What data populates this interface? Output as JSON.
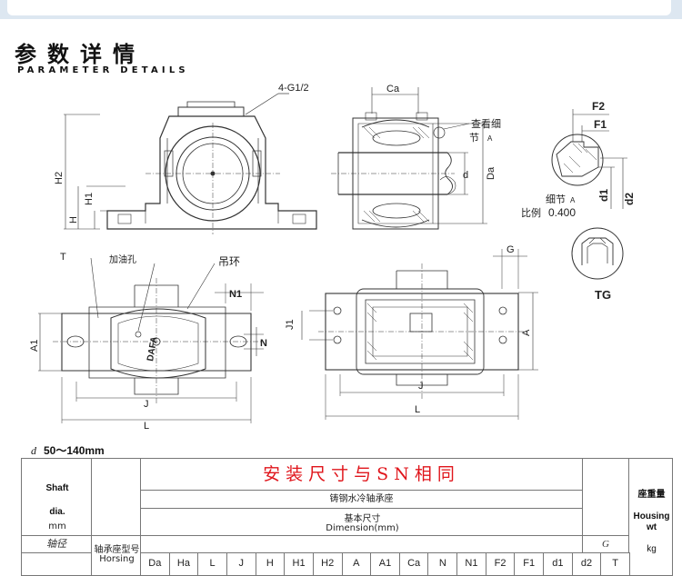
{
  "header": {
    "title": "参数详情",
    "subtitle": "PARAMETER DETAILS"
  },
  "drawing": {
    "front": {
      "tapped_holes": "4-G1/2",
      "dims": {
        "height_total": "H2",
        "height": "H",
        "height_base": "H1"
      }
    },
    "section": {
      "dims": {
        "ca": "Ca",
        "bore": "d",
        "outer": "Da"
      },
      "callout_view": "查看细",
      "callout_part": "节",
      "callout_ref": "A"
    },
    "detail_a": {
      "dims": {
        "f2": "F2",
        "f1": "F1",
        "d1": "d1",
        "d2": "d2"
      },
      "caption": "细节",
      "caption_ref": "A",
      "scale_label": "比例",
      "scale_value": "0.400"
    },
    "seal": {
      "label": "TG"
    },
    "top_left": {
      "label_t": "T",
      "oil_hole": "加油孔",
      "lifting_ring": "吊环",
      "brand": "DAFA",
      "dims": {
        "n1": "N1",
        "n": "N",
        "a1": "A1",
        "j": "J",
        "l": "L"
      }
    },
    "top_right": {
      "dims": {
        "g": "G",
        "j1": "J1",
        "a": "A",
        "j": "J",
        "l": "L"
      }
    }
  },
  "range": {
    "symbol": "d",
    "value": "50～140mm"
  },
  "table": {
    "shaft_en": "Shaft",
    "shaft_dia": "dia.",
    "shaft_unit": "mm",
    "shaft_cn": "轴径",
    "model_cn": "轴承座型号",
    "model_en": "Horsing",
    "main_title": "安装尺寸与SN相同",
    "subtitle": "铸钢水冷轴承座",
    "basic_cn": "基本尺寸",
    "basic_en": "Dimension(mm)",
    "g_col": "G",
    "weight_cn": "座重量",
    "weight_en_1": "Housing",
    "weight_en_2": "wt",
    "weight_unit": "kg",
    "columns": [
      "Da",
      "Ha",
      "L",
      "J",
      "H",
      "H1",
      "H2",
      "A",
      "A1",
      "Ca",
      "N",
      "N1",
      "F2",
      "F1",
      "d1",
      "d2",
      "T"
    ]
  }
}
